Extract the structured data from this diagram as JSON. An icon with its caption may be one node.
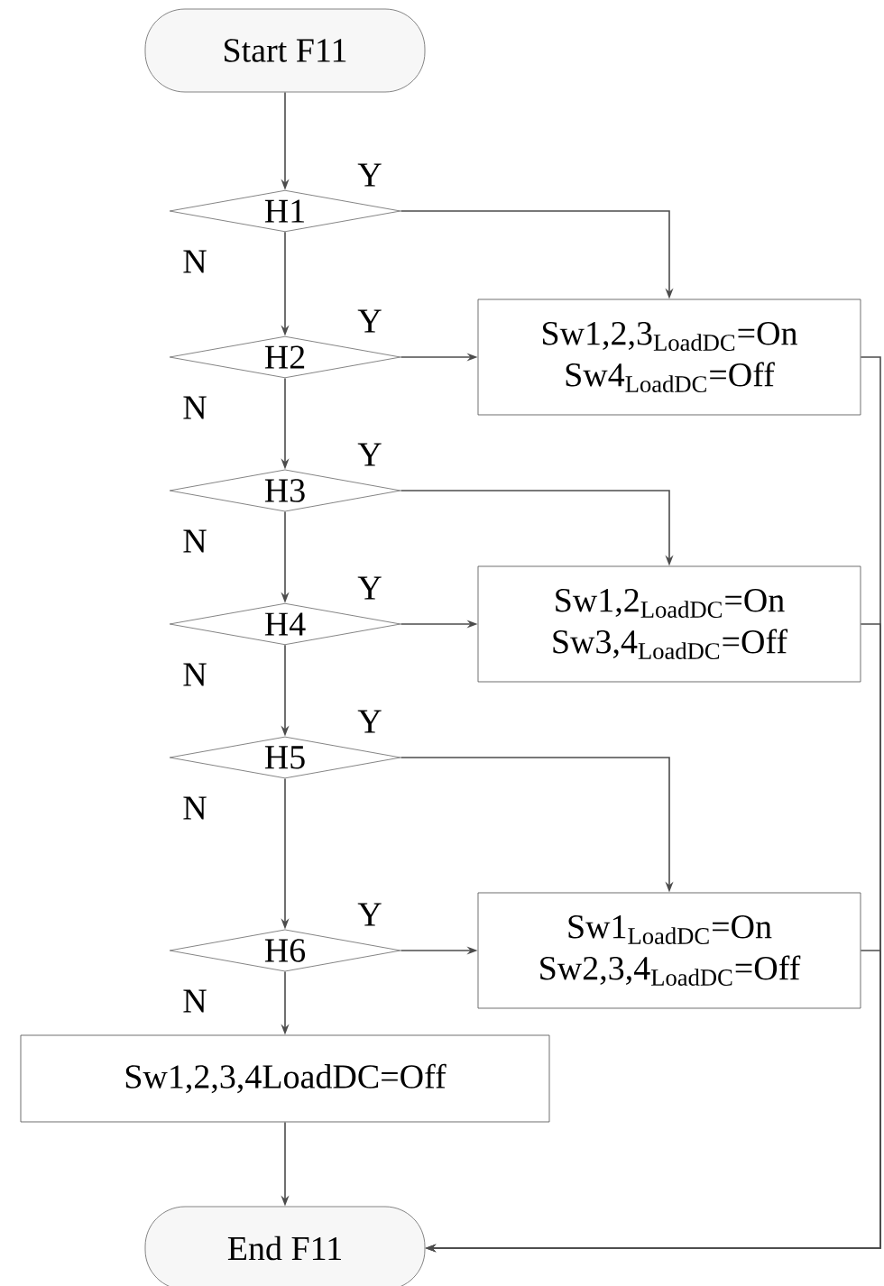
{
  "diagram": {
    "nodes": [
      {
        "text": [
          "Start F11"
        ]
      },
      {
        "text": [
          "H1"
        ]
      },
      {
        "text": [
          "Sw1,2,3$_{LoadDC}$=On",
          "Sw4$_{LoadDC}$=Off"
        ]
      },
      {
        "text": [
          "H2"
        ]
      },
      {
        "text": [
          "H3"
        ]
      },
      {
        "text": [
          "Sw1,2$_{LoadDC}$=On",
          "Sw3,4$_{LoadDC}$=Off"
        ]
      },
      {
        "text": [
          "H4"
        ]
      },
      {
        "text": [
          "H5"
        ]
      },
      {
        "text": [
          "Sw1$_{LoadDC}$=On",
          "Sw2,3,4$_{LoadDC}$=Off"
        ]
      },
      {
        "text": [
          "H6"
        ]
      },
      {
        "text": [
          "Sw1,2,3,4LoadDC=Off"
        ]
      },
      {
        "text": [
          "End F11"
        ]
      }
    ],
    "edges": [
      {
        "from": 0,
        "to": 1,
        "arrow": "to"
      },
      {
        "from": 1,
        "to": 2,
        "arrow": "to",
        "label": "Y"
      },
      {
        "from": 1,
        "to": 3,
        "arrow": "to",
        "label": "N"
      },
      {
        "from": 3,
        "to": 2,
        "arrow": "to",
        "label": "Y"
      },
      {
        "from": 3,
        "to": 4,
        "arrow": "to",
        "label": "N"
      },
      {
        "from": 4,
        "to": 5,
        "arrow": "to",
        "label": "Y"
      },
      {
        "from": 4,
        "to": 6,
        "arrow": "to",
        "label": "N"
      },
      {
        "from": 6,
        "to": 5,
        "arrow": "to",
        "label": "Y"
      },
      {
        "from": 6,
        "to": 7,
        "arrow": "to",
        "label": "N"
      },
      {
        "from": 7,
        "to": 8,
        "arrow": "to",
        "label": "Y"
      },
      {
        "from": 7,
        "to": 9,
        "arrow": "to",
        "label": "N"
      },
      {
        "from": 9,
        "to": 8,
        "arrow": "to",
        "label": "Y"
      },
      {
        "from": 9,
        "to": 10,
        "arrow": "to",
        "label": "N"
      },
      {
        "from": 10,
        "to": 11,
        "arrow": "to"
      },
      {
        "from": 2,
        "to": 11,
        "arrow": "to"
      },
      {
        "from": 5,
        "to": 11,
        "arrow": "to"
      },
      {
        "from": 8,
        "to": 11,
        "arrow": "to"
      }
    ]
  }
}
